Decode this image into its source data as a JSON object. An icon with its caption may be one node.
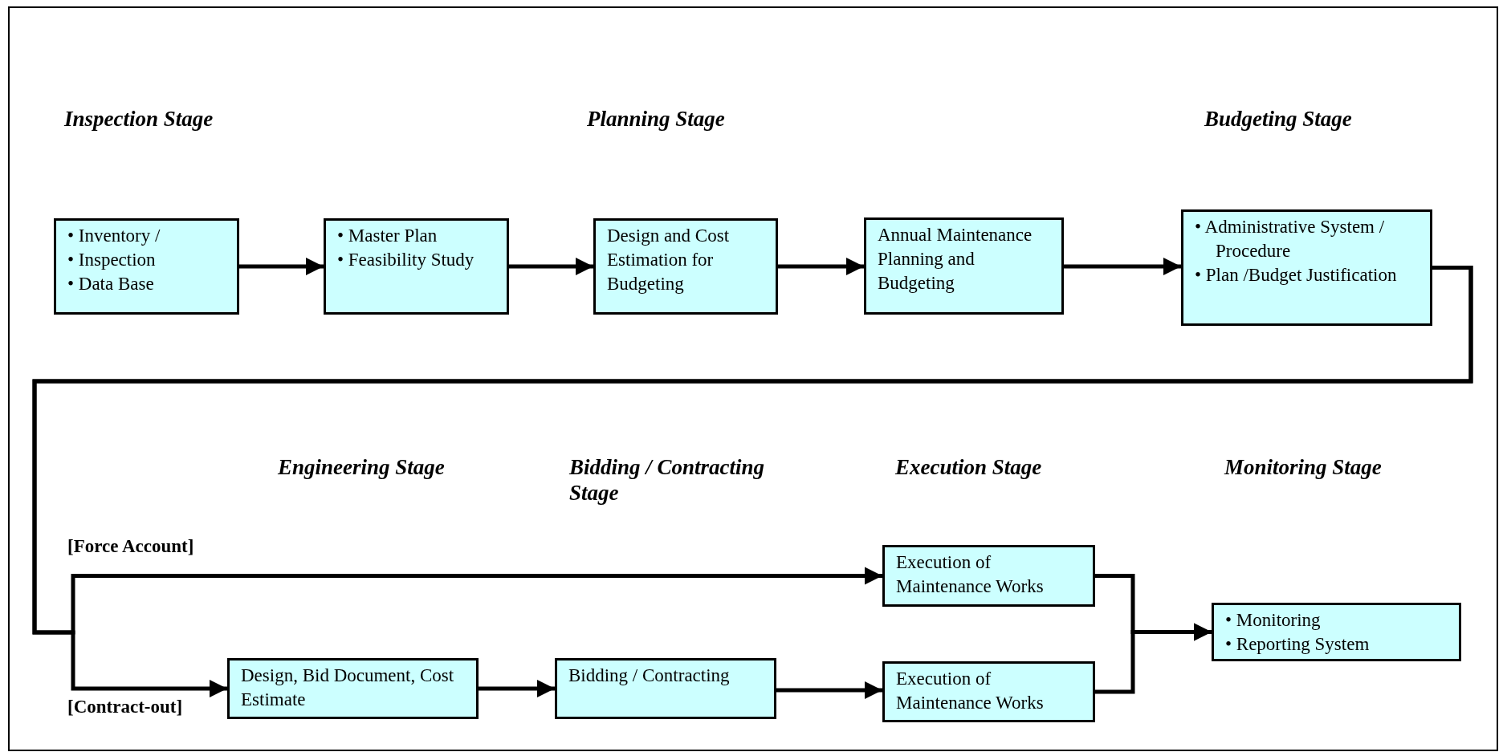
{
  "diagram": {
    "nodes": [
      {
        "text": [
          "• Inventory /",
          "• Inspection",
          "• Data Base"
        ]
      },
      {
        "text": [
          "• Master Plan",
          "• Feasibility Study"
        ]
      },
      {
        "text": [
          "Design and Cost Estimation for Budgeting"
        ]
      },
      {
        "text": [
          "Annual Maintenance Planning and Budgeting"
        ]
      },
      {
        "text": [
          "• Administrative System / Procedure",
          "• Plan /Budget Justification"
        ]
      },
      {
        "text": [
          "Design, Bid Document, Cost Estimate"
        ]
      },
      {
        "text": [
          "Bidding / Contracting"
        ]
      },
      {
        "text": [
          "Execution of Maintenance Works"
        ]
      },
      {
        "text": [
          "Execution of Maintenance Works"
        ]
      },
      {
        "text": [
          "• Monitoring",
          "• Reporting System"
        ]
      }
    ],
    "edges": [
      {
        "from": 0,
        "to": 1,
        "arrow": "to"
      },
      {
        "from": 1,
        "to": 2,
        "arrow": "to"
      },
      {
        "from": 2,
        "to": 3,
        "arrow": "to"
      },
      {
        "from": 3,
        "to": 4,
        "arrow": "to"
      },
      {
        "from": 4,
        "to": 7,
        "arrow": "to",
        "label": "[Force Account]"
      },
      {
        "from": 4,
        "to": 5,
        "arrow": "to",
        "label": "[Contract-out]"
      },
      {
        "from": 5,
        "to": 6,
        "arrow": "to"
      },
      {
        "from": 6,
        "to": 8,
        "arrow": "to"
      },
      {
        "from": 7,
        "to": 9,
        "arrow": "to"
      },
      {
        "from": 8,
        "to": 9,
        "arrow": "to"
      }
    ],
    "labels": [
      "Inspection Stage",
      "Planning Stage",
      "Budgeting Stage",
      "Engineering Stage",
      "Bidding / Contracting Stage",
      "Execution Stage",
      "Monitoring Stage"
    ]
  }
}
